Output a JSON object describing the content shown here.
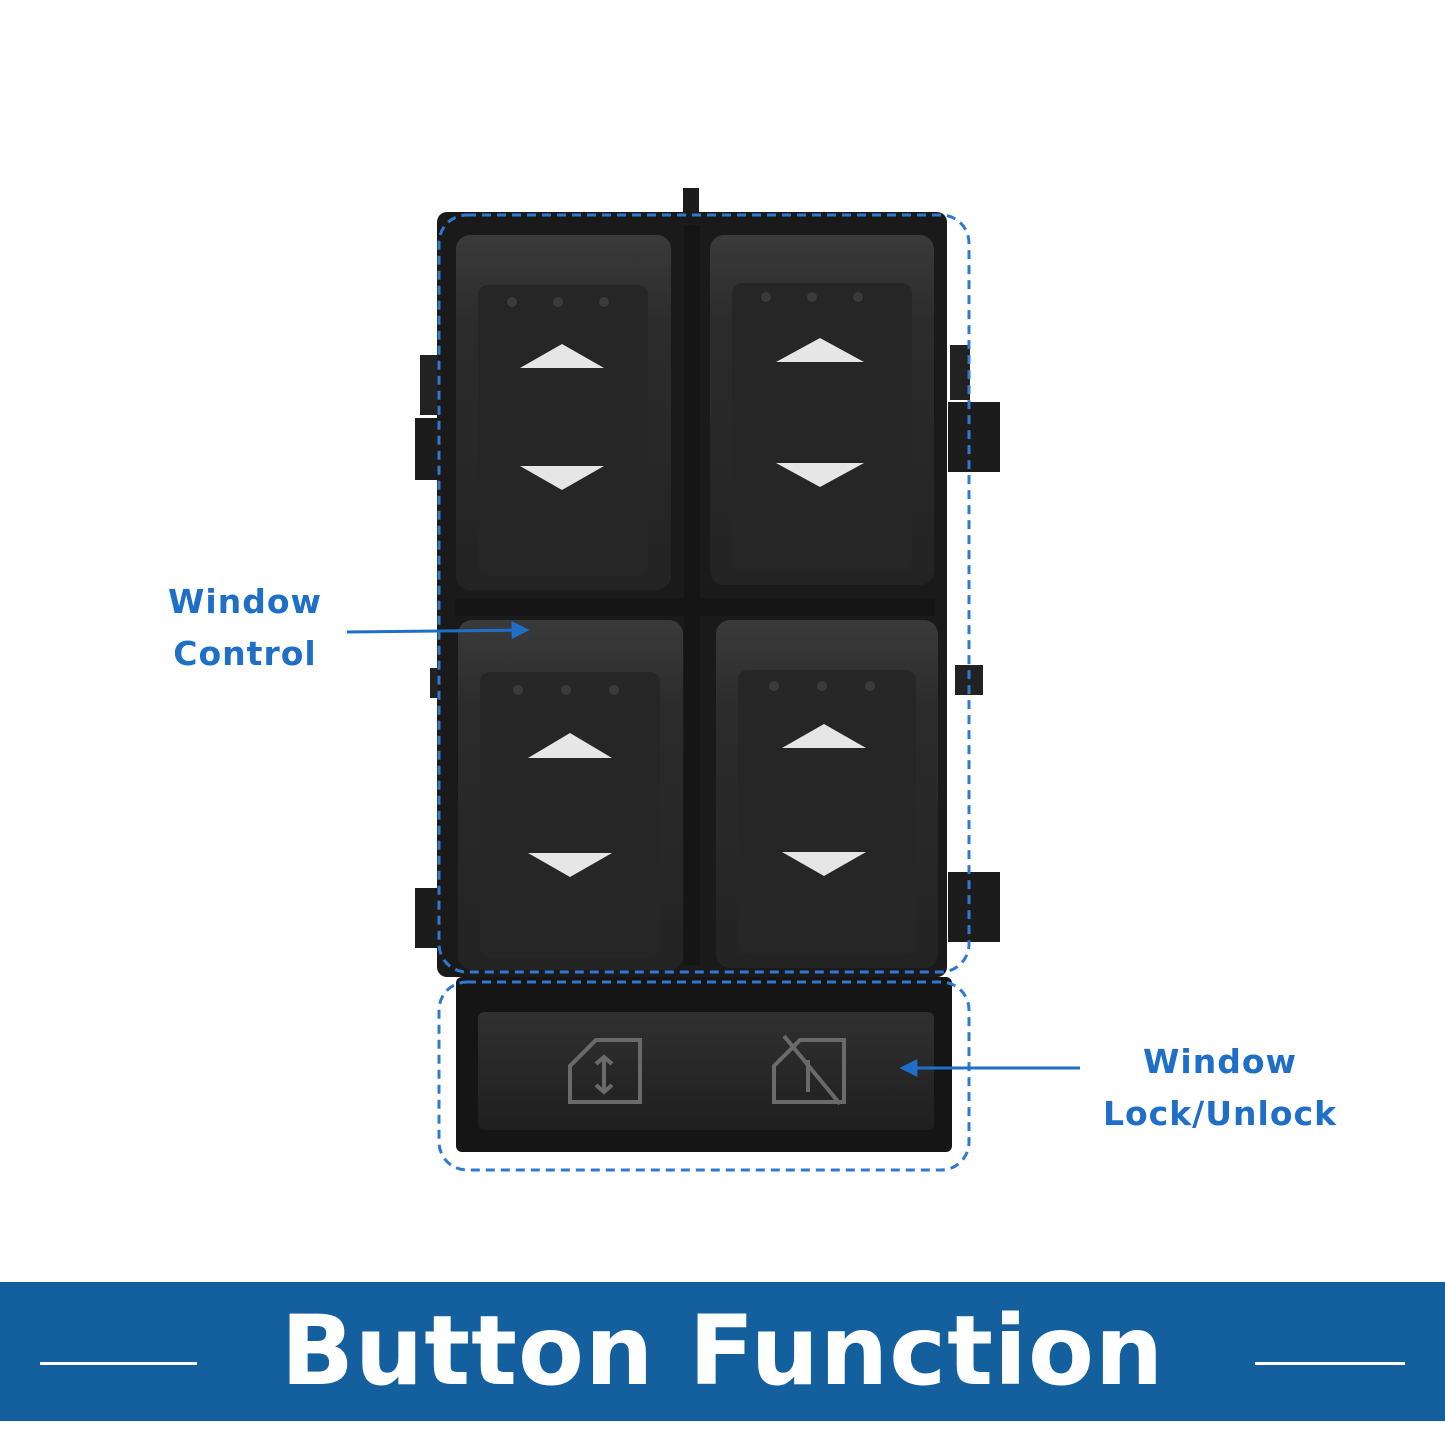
{
  "labels": {
    "window_control": [
      "Window",
      "Control"
    ],
    "window_lock_unlock": [
      "Window",
      "Lock/Unlock"
    ]
  },
  "banner": {
    "title": "Button Function"
  },
  "switch": {
    "rockers": [
      {
        "name": "front-left-rocker",
        "icons": [
          "up-arrow-icon",
          "down-arrow-icon"
        ]
      },
      {
        "name": "front-right-rocker",
        "icons": [
          "up-arrow-icon",
          "down-arrow-icon"
        ]
      },
      {
        "name": "rear-left-rocker",
        "icons": [
          "up-arrow-icon",
          "down-arrow-icon"
        ]
      },
      {
        "name": "rear-right-rocker",
        "icons": [
          "up-arrow-icon",
          "down-arrow-icon"
        ]
      }
    ],
    "lock_button_icons": [
      "window-unlocked-icon",
      "window-locked-icon"
    ]
  },
  "colors": {
    "accent_blue": "#1f6fc8",
    "banner_blue": "#14609f",
    "switch_body": "#1a1a1a",
    "rocker_face": "#2b2b2b"
  }
}
